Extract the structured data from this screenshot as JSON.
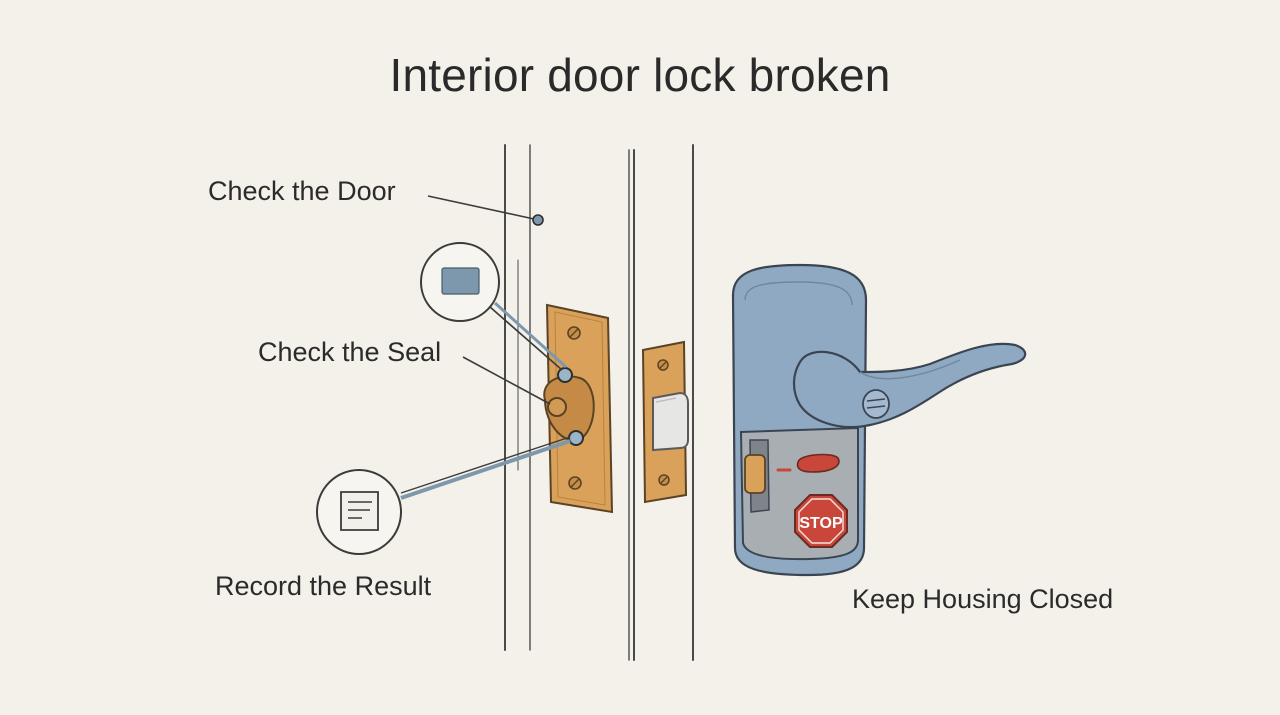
{
  "title": "Interior door lock broken",
  "callouts": {
    "check_door": "Check the Door",
    "check_seal": "Check the Seal",
    "record_result": "Record the Result",
    "keep_housing_closed": "Keep Housing Closed"
  },
  "sign": {
    "stop": "STOP"
  },
  "colors": {
    "background": "#f3f1ea",
    "brass": "#d9a15a",
    "lock_housing": "#8fa9c2",
    "faceplate": "#a9aeb3",
    "stop_red": "#c8473a",
    "callout_blue": "#7d98ad",
    "line": "#3b3b3b"
  },
  "icons": [
    "seal-swatch-icon",
    "record-document-icon",
    "stop-sign-icon",
    "lever-handle-icon"
  ]
}
